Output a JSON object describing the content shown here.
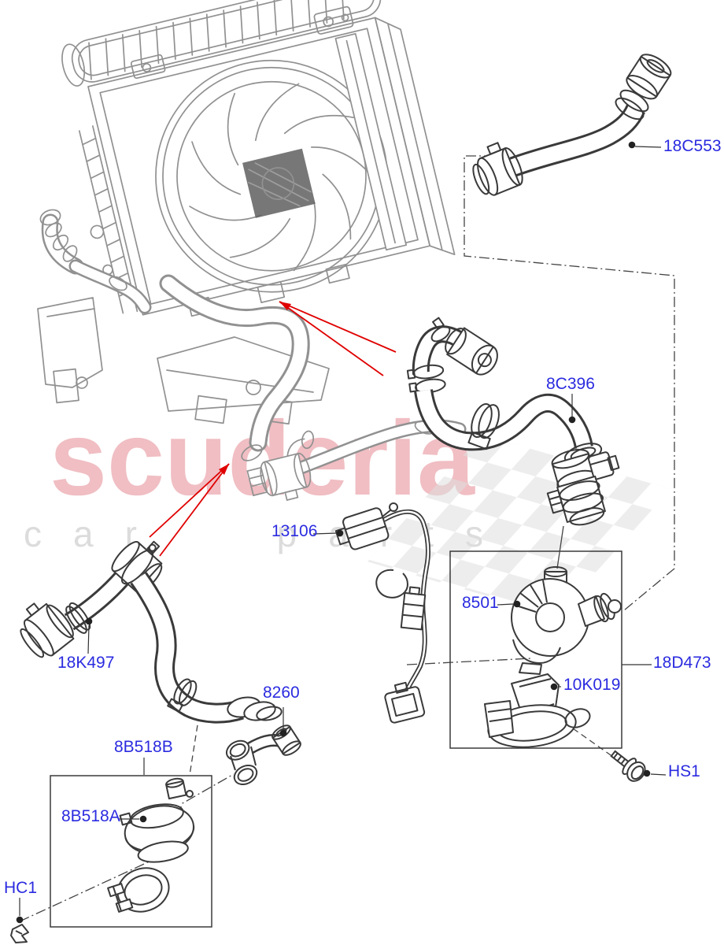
{
  "page": {
    "background": "#ffffff"
  },
  "watermark": {
    "brand": "scuderia",
    "tagline": "car parts",
    "brand_color": "#e4848d",
    "tagline_color": "#d9d9d9",
    "flag_color": "#dedede"
  },
  "colors": {
    "part_label_blue": "#2b2be0",
    "callout_arrow_red": "#e00000",
    "part_line_black": "#3a3a3a",
    "assembly_line_gray": "#919191"
  },
  "parts": [
    {
      "id": "18C553",
      "label": "18C553"
    },
    {
      "id": "8C396",
      "label": "8C396"
    },
    {
      "id": "13106",
      "label": "13106"
    },
    {
      "id": "8501",
      "label": "8501"
    },
    {
      "id": "18D473",
      "label": "18D473"
    },
    {
      "id": "10K019",
      "label": "10K019"
    },
    {
      "id": "HS1",
      "label": "HS1"
    },
    {
      "id": "18K497",
      "label": "18K497"
    },
    {
      "id": "8260",
      "label": "8260"
    },
    {
      "id": "8B518B",
      "label": "8B518B"
    },
    {
      "id": "8B518A",
      "label": "8B518A"
    },
    {
      "id": "HC1",
      "label": "HC1"
    }
  ]
}
